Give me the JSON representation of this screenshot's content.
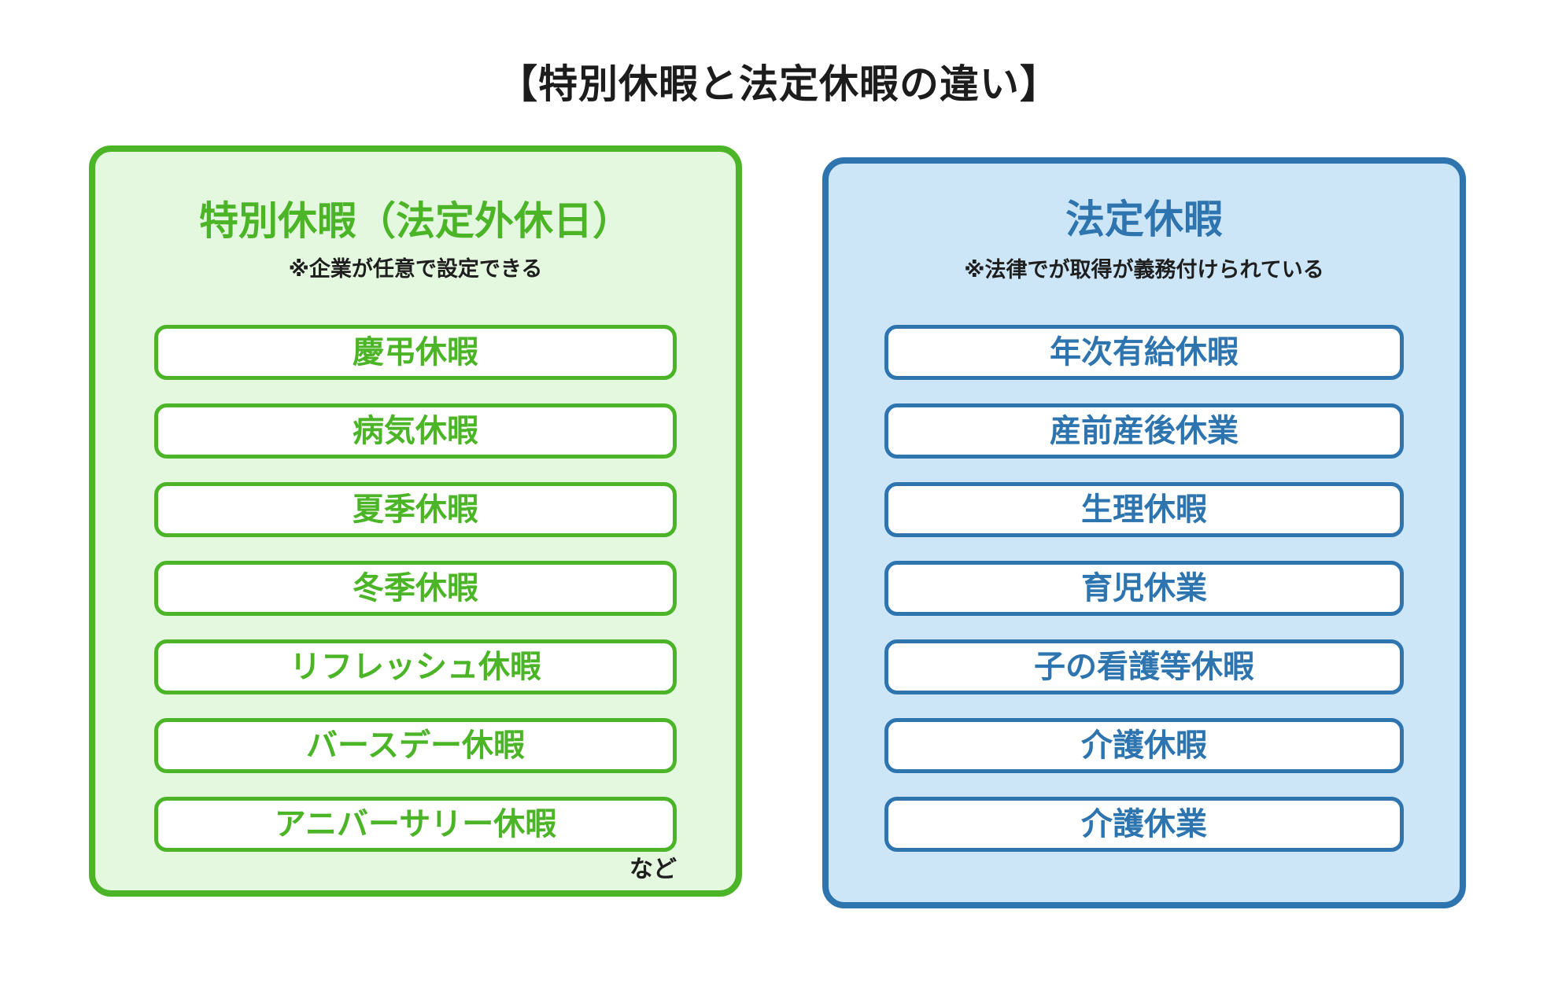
{
  "title": "【特別休暇と法定休暇の違い】",
  "left_panel": {
    "title": "特別休暇（法定外休日）",
    "note": "※企業が任意で設定できる",
    "items": [
      "慶弔休暇",
      "病気休暇",
      "夏季休暇",
      "冬季休暇",
      "リフレッシュ休暇",
      "バースデー休暇",
      "アニバーサリー休暇"
    ],
    "etc_label": "など",
    "accent_color": "#4CB527",
    "bg_color": "#E4F8DF"
  },
  "right_panel": {
    "title": "法定休暇",
    "note": "※法律でが取得が義務付けられている",
    "items": [
      "年次有給休暇",
      "産前産後休業",
      "生理休暇",
      "育児休業",
      "子の看護等休暇",
      "介護休暇",
      "介護休業"
    ],
    "accent_color": "#2E74AF",
    "bg_color": "#CDE6F7"
  }
}
